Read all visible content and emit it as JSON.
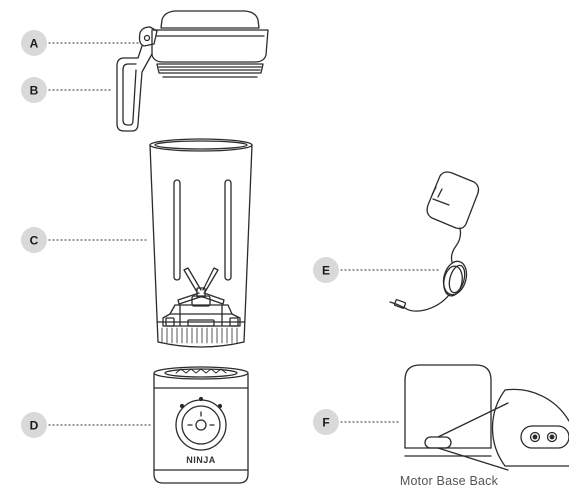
{
  "markers": [
    {
      "key": "A",
      "label": "A"
    },
    {
      "key": "B",
      "label": "B"
    },
    {
      "key": "C",
      "label": "C"
    },
    {
      "key": "D",
      "label": "D"
    },
    {
      "key": "E",
      "label": "E"
    },
    {
      "key": "F",
      "label": "F"
    }
  ],
  "brand": "NINJA",
  "caption": "Motor Base Back",
  "colors": {
    "marker_fill": "#d9d9d9",
    "line": "#2b2b2b",
    "leader_dots": "#555555",
    "background": "#ffffff"
  }
}
